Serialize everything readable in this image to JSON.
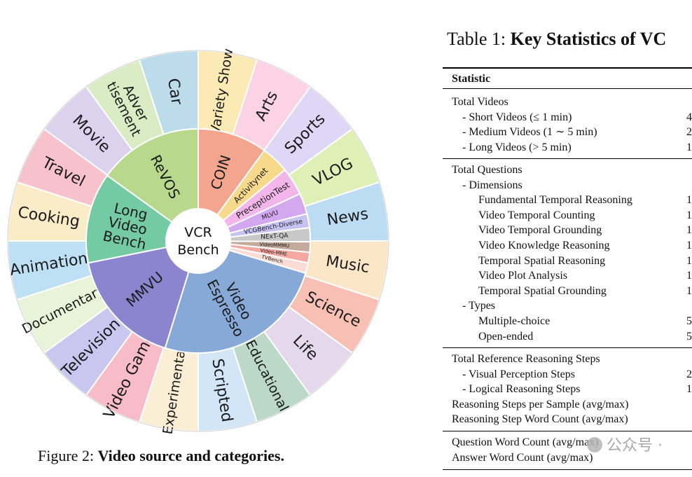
{
  "wheel": {
    "center_text": [
      "VCR",
      "Bench"
    ],
    "inner": [
      {
        "label": [
          "COIN"
        ],
        "color": "#f4a58e",
        "weight": 10
      },
      {
        "label": [
          "Activitynet"
        ],
        "color": "#f6d98a",
        "weight": 4
      },
      {
        "label": [
          "PreceptionTest"
        ],
        "color": "#f3b6ea",
        "weight": 4
      },
      {
        "label": [
          "MLVU"
        ],
        "color": "#d4a8ef",
        "weight": 3
      },
      {
        "label": [
          "VCGBench-Diverse"
        ],
        "color": "#c8c2f2",
        "weight": 2
      },
      {
        "label": [
          "NExT-QA"
        ],
        "color": "#c8c8c8",
        "weight": 2
      },
      {
        "label": [
          "VideoMMMU"
        ],
        "color": "#c4aa9a",
        "weight": 1.5
      },
      {
        "label": [
          "Video-MME"
        ],
        "color": "#f5a8a0",
        "weight": 1.5
      },
      {
        "label": [
          "TVBench"
        ],
        "color": "#f9dcd6",
        "weight": 1.5
      },
      {
        "label": [
          "Video",
          "Espresso"
        ],
        "color": "#86a9d8",
        "weight": 25
      },
      {
        "label": [
          "MMVU"
        ],
        "color": "#8b84cf",
        "weight": 17
      },
      {
        "label": [
          "Long",
          "Video",
          "Bench"
        ],
        "color": "#74caa3",
        "weight": 13
      },
      {
        "label": [
          "ReVOS"
        ],
        "color": "#b8d98c",
        "weight": 15
      }
    ],
    "outer": [
      {
        "label": "Variety Show",
        "color": "#fbeab4"
      },
      {
        "label": "Arts",
        "color": "#fbd3e4"
      },
      {
        "label": "Sports",
        "color": "#e0d6f5"
      },
      {
        "label": "VLOG",
        "color": "#dff0b6"
      },
      {
        "label": "News",
        "color": "#bcdcf4"
      },
      {
        "label": "Music",
        "color": "#fbe6c8"
      },
      {
        "label": "Science",
        "color": "#f8bfb5"
      },
      {
        "label": "Life",
        "color": "#e5d8ec"
      },
      {
        "label": "Educational",
        "color": "#bcd8c6"
      },
      {
        "label": "Scripted",
        "color": "#d3e6f7"
      },
      {
        "label": "Experimental",
        "color": "#faefd4"
      },
      {
        "label": "Video Game",
        "color": "#f7bcc7"
      },
      {
        "label": "Television",
        "color": "#c9c6ef"
      },
      {
        "label": "Documentary",
        "color": "#e8f4d8"
      },
      {
        "label": "Animation",
        "color": "#bde0f5"
      },
      {
        "label": "Cooking",
        "color": "#fbecc8"
      },
      {
        "label": "Travel",
        "color": "#f8c2cd"
      },
      {
        "label": "Movie",
        "color": "#ddd2ee"
      },
      {
        "label": "Adver tisement",
        "color": "#d9ecc4"
      },
      {
        "label": "Car",
        "color": "#bcdcec"
      }
    ]
  },
  "figure_caption": {
    "prefix": "Figure 2: ",
    "bold": "Video source and categories."
  },
  "table": {
    "title_prefix": "Table 1: ",
    "title_bold": "Key Statistics of VC",
    "header": "Statistic",
    "groups": [
      [
        {
          "text": "Total Videos",
          "level": 0,
          "value": ""
        },
        {
          "text": "- Short Videos (≤ 1 min)",
          "level": 1,
          "value": "4"
        },
        {
          "text": "- Medium Videos (1 ∼ 5 min)",
          "level": 1,
          "value": "2"
        },
        {
          "text": "- Long Videos (> 5 min)",
          "level": 1,
          "value": "1"
        }
      ],
      [
        {
          "text": "Total Questions",
          "level": 0,
          "value": ""
        },
        {
          "text": "- Dimensions",
          "level": 1,
          "value": ""
        },
        {
          "text": "Fundamental Temporal Reasoning",
          "level": 2,
          "value": "1"
        },
        {
          "text": "Video Temporal Counting",
          "level": 2,
          "value": "1"
        },
        {
          "text": "Video Temporal Grounding",
          "level": 2,
          "value": "1"
        },
        {
          "text": "Video Knowledge Reasoning",
          "level": 2,
          "value": "1"
        },
        {
          "text": "Temporal Spatial Reasoning",
          "level": 2,
          "value": "1"
        },
        {
          "text": "Video Plot Analysis",
          "level": 2,
          "value": "1"
        },
        {
          "text": "Temporal Spatial Grounding",
          "level": 2,
          "value": "1"
        },
        {
          "text": "- Types",
          "level": 1,
          "value": ""
        },
        {
          "text": "Multiple-choice",
          "level": 2,
          "value": "5"
        },
        {
          "text": "Open-ended",
          "level": 2,
          "value": "5"
        }
      ],
      [
        {
          "text": "Total Reference Reasoning Steps",
          "level": 0,
          "value": ""
        },
        {
          "text": "- Visual Perception Steps",
          "level": 1,
          "value": "2"
        },
        {
          "text": "- Logical Reasoning Steps",
          "level": 1,
          "value": "1"
        },
        {
          "text": "Reasoning Steps per Sample (avg/max)",
          "level": 0,
          "value": ""
        },
        {
          "text": "Reasoning Step Word Count (avg/max)",
          "level": 0,
          "value": ""
        }
      ],
      [
        {
          "text": "Question Word Count (avg/max)",
          "level": 0,
          "value": ""
        },
        {
          "text": "Answer Word Count (avg/max)",
          "level": 0,
          "value": ""
        }
      ]
    ]
  },
  "watermark": "公众号 ·"
}
